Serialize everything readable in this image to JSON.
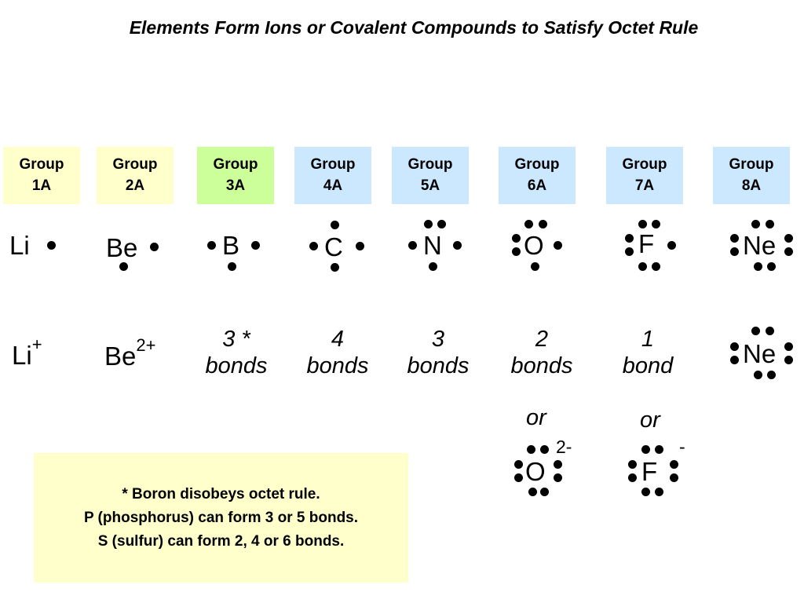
{
  "title": "Elements Form Ions or Covalent Compounds to Satisfy Octet Rule",
  "groups": [
    {
      "line1": "Group",
      "line2": "1A",
      "color": "#ffffcc"
    },
    {
      "line1": "Group",
      "line2": "2A",
      "color": "#ffffcc"
    },
    {
      "line1": "Group",
      "line2": "3A",
      "color": "#ccff99"
    },
    {
      "line1": "Group",
      "line2": "4A",
      "color": "#cce8ff"
    },
    {
      "line1": "Group",
      "line2": "5A",
      "color": "#cce8ff"
    },
    {
      "line1": "Group",
      "line2": "6A",
      "color": "#cce8ff"
    },
    {
      "line1": "Group",
      "line2": "7A",
      "color": "#cce8ff"
    },
    {
      "line1": "Group",
      "line2": "8A",
      "color": "#cce8ff"
    }
  ],
  "elements": [
    "Li",
    "Be",
    "B",
    "C",
    "N",
    "O",
    "F",
    "Ne"
  ],
  "ions": {
    "li": {
      "symbol": "Li",
      "charge": "+"
    },
    "be": {
      "symbol": "Be",
      "charge": "2+"
    },
    "ne": {
      "symbol": "Ne"
    }
  },
  "bonds": [
    {
      "line1": "3 *",
      "line2": "bonds"
    },
    {
      "line1": "4",
      "line2": "bonds"
    },
    {
      "line1": "3",
      "line2": "bonds"
    },
    {
      "line1": "2",
      "line2": "bonds"
    },
    {
      "line1": "1",
      "line2": "bond"
    }
  ],
  "alternatives": {
    "or_label": "or",
    "oxide": {
      "symbol": "O",
      "charge": "2-"
    },
    "fluoride": {
      "symbol": "F",
      "charge": "-"
    }
  },
  "note": {
    "line1": "* Boron disobeys octet rule.",
    "line2": "P (phosphorus) can form 3 or 5 bonds.",
    "line3": "S (sulfur) can form 2, 4 or 6 bonds.",
    "color": "#ffffcc"
  }
}
